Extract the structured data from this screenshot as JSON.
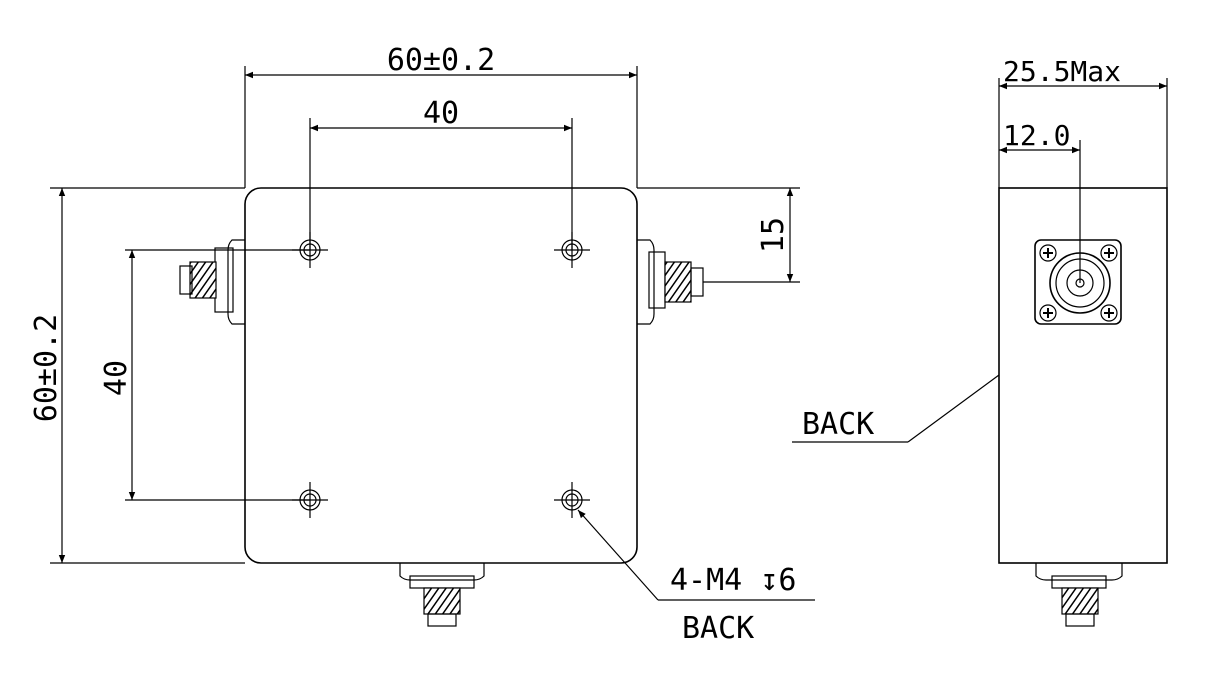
{
  "front_view": {
    "width_dim": "60±0.2",
    "hole_spacing_h": "40",
    "offset_dim": "15",
    "height_dim": "60±0.2",
    "hole_spacing_v": "40",
    "hole_callout": "4-M4 ↧6",
    "hole_callout_face": "BACK"
  },
  "side_view": {
    "depth_dim": "25.5Max",
    "connector_offset_dim": "12.0",
    "face_label": "BACK"
  }
}
